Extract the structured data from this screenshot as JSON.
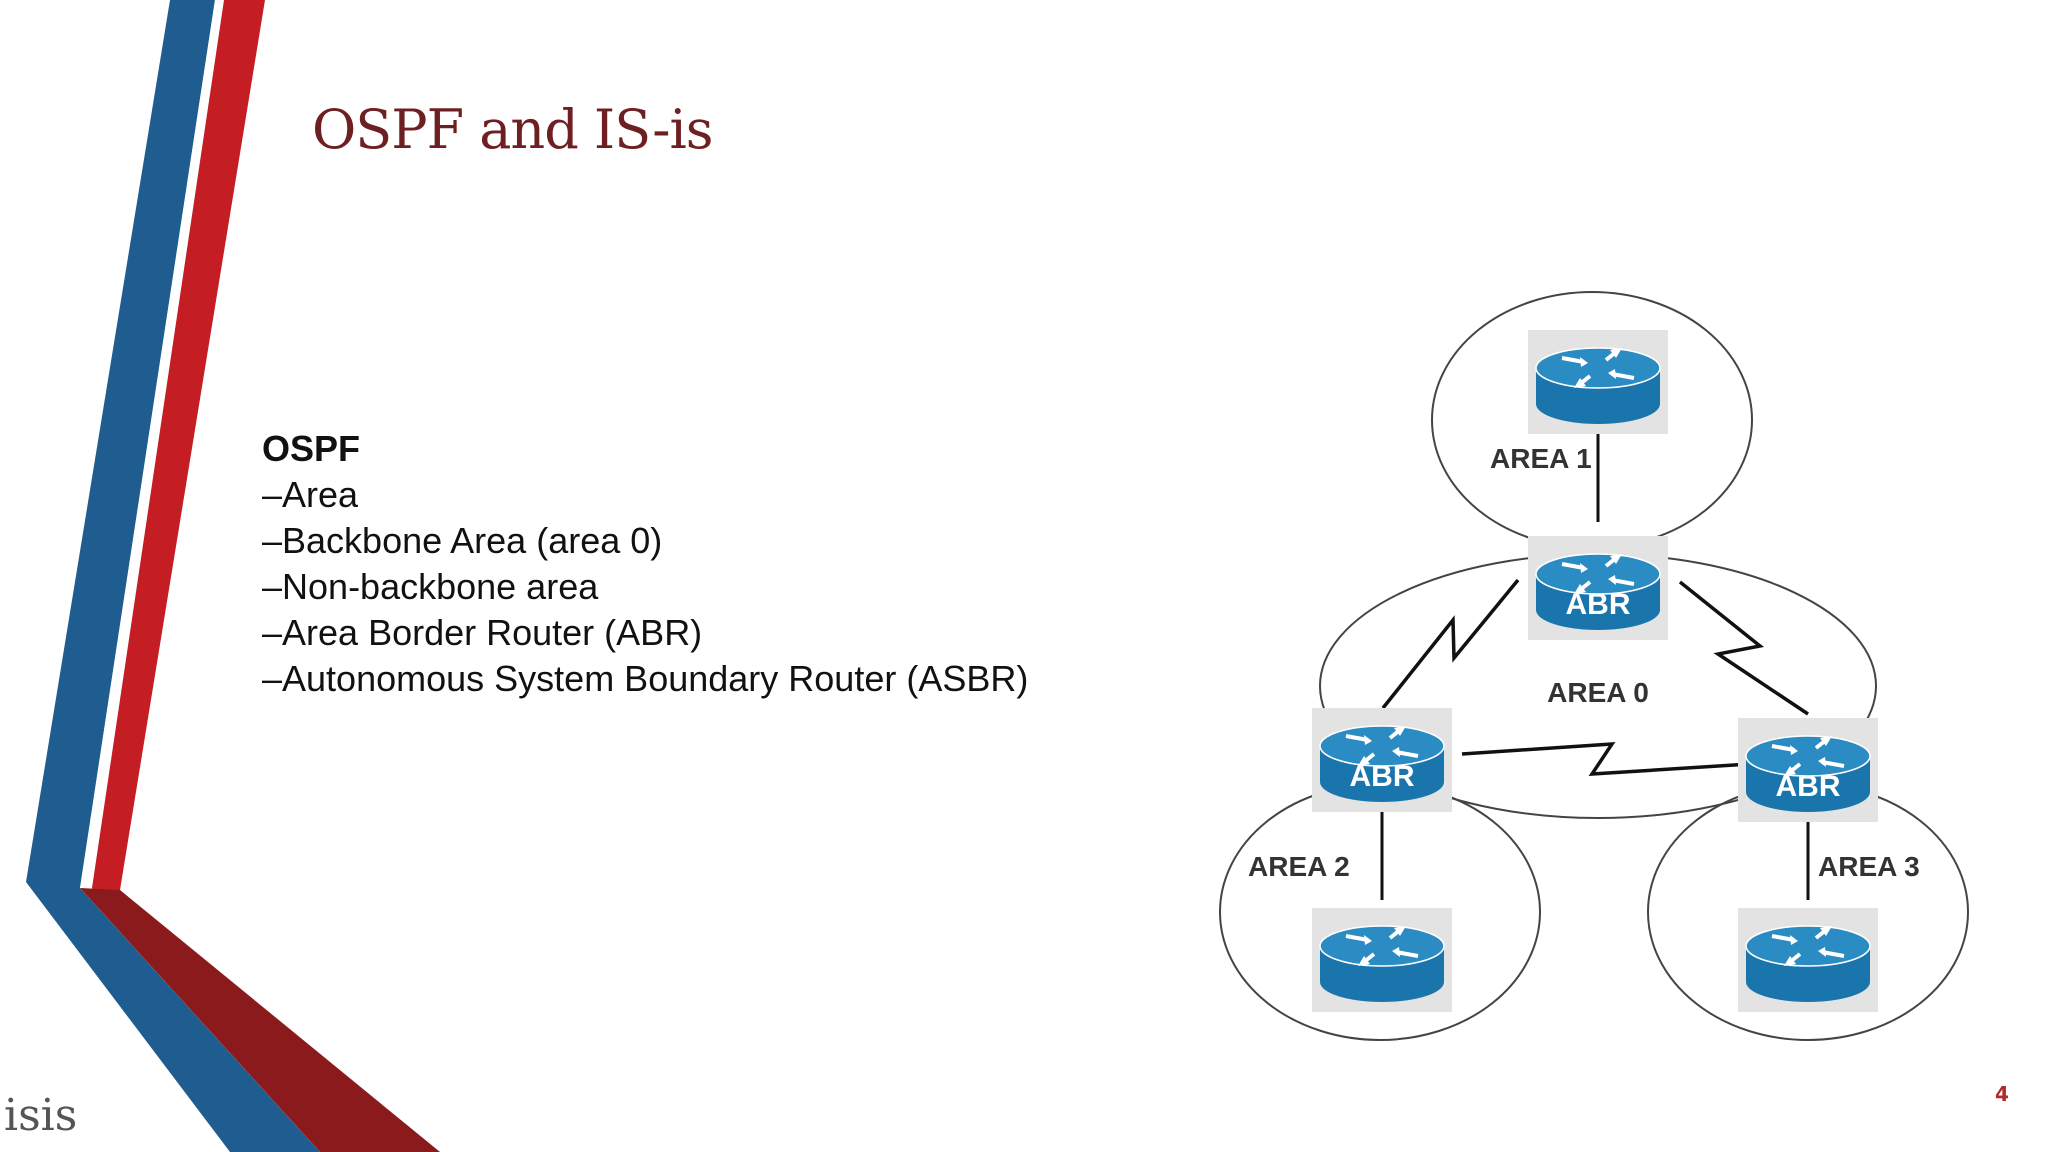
{
  "slide": {
    "title": "OSPF and IS-is",
    "page_number": "4",
    "footer_logo": "isis"
  },
  "content": {
    "heading": "OSPF",
    "bullets": [
      "–Area",
      "–Backbone Area (area 0)",
      "–Non-backbone area",
      "–Area Border Router (ABR)",
      "–Autonomous System Boundary Router (ASBR)"
    ]
  },
  "diagram": {
    "areas": {
      "area1": "AREA 1",
      "area0": "AREA 0",
      "area2": "AREA 2",
      "area3": "AREA 3"
    },
    "router_label": "ABR"
  },
  "colors": {
    "title": "#6e1f22",
    "stripe_blue": "#1f5c8f",
    "stripe_red": "#c41e24",
    "stripe_dark_red": "#8a1a1c",
    "router_blue": "#1b75ad"
  }
}
